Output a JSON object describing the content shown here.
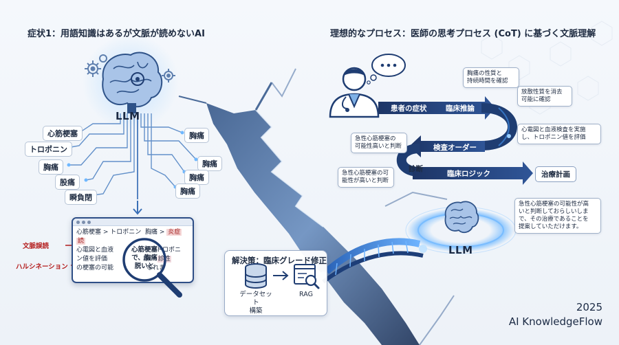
{
  "left": {
    "title": "症状1：用語知識はあるが文脈が読めないAI",
    "llm_label": "LLM",
    "terms_left": [
      "心筋梗塞",
      "トロポニン",
      "胸痛",
      "股痛",
      "瞬負閉"
    ],
    "terms_right": [
      "胸痛",
      "胸痛",
      "胸痛",
      "胸痛"
    ],
    "doc": {
      "line1_prefix": "心筋梗塞 > トロポニン",
      "line1_mid": "胸痛 >",
      "line1_hl": "炎症",
      "line2_hl": "読",
      "line3": "心電図と血液",
      "line3_right": "トロポニ",
      "line4": "ン値を評価",
      "line4_right": "段、",
      "line4_hl": "診性",
      "line5": "の梗塞の可能",
      "line5_right": "なれま"
    },
    "magnifier_text": "心筋梗塞で、胸痛 脱いと",
    "label_context_error": "文脈誤読",
    "label_hallucination": "ハルシネーション"
  },
  "right": {
    "title": "理想的なプロセス：医師の思考プロセス (CoT) に基づく文脈理解",
    "doctor_bubble": "…",
    "flow": {
      "symptom": "患者の症状",
      "reasoning": "臨床推論",
      "exam_order": "検査オーダー",
      "diagnosis": "診断",
      "clinical_logic": "臨床ロジック",
      "treatment": "治療計画"
    },
    "bubbles": {
      "b1": "胸痛の性質と\n持続時間を確認",
      "b2": "放散性質を消去\n可能に確認",
      "b3": "心電図と血液検査を実施\nし、トロポニン値を評価",
      "b4": "急性心筋梗塞の\n可能性高いと判断",
      "b5": "急性心筋梗塞の可\n能性が高いと判断",
      "b6": "急性心筋梗塞の可能性が高\nいと判断しておらしいしま\nで、その治療であることを\n提案していただけます。"
    },
    "llm_label": "LLM"
  },
  "solution": {
    "title": "解決策：臨床グレード修正",
    "dataset_label": "データセット\n構築",
    "rag_label": "RAG"
  },
  "footer": {
    "year": "2025",
    "brand": "AI KnowledgeFlow"
  },
  "colors": {
    "navy": "#1f3d72",
    "accent_blue": "#3b82d6",
    "glow": "#6fb8ff",
    "error_red": "#b31b1b"
  }
}
